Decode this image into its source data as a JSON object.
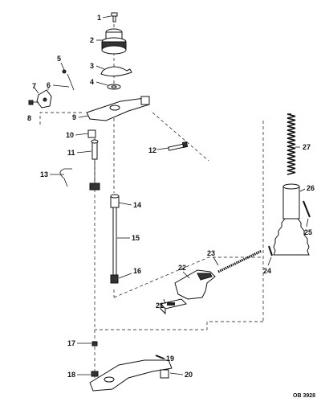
{
  "diagram": {
    "doc_code": "OB 3928",
    "callouts": [
      {
        "id": "c1",
        "label": "1"
      },
      {
        "id": "c2",
        "label": "2"
      },
      {
        "id": "c3",
        "label": "3"
      },
      {
        "id": "c4",
        "label": "4"
      },
      {
        "id": "c5",
        "label": "5"
      },
      {
        "id": "c6",
        "label": "6"
      },
      {
        "id": "c7",
        "label": "7"
      },
      {
        "id": "c8",
        "label": "8"
      },
      {
        "id": "c9",
        "label": "9"
      },
      {
        "id": "c10",
        "label": "10"
      },
      {
        "id": "c11",
        "label": "11"
      },
      {
        "id": "c12",
        "label": "12"
      },
      {
        "id": "c13",
        "label": "13"
      },
      {
        "id": "c14",
        "label": "14"
      },
      {
        "id": "c15",
        "label": "15"
      },
      {
        "id": "c16",
        "label": "16"
      },
      {
        "id": "c17",
        "label": "17"
      },
      {
        "id": "c18",
        "label": "18"
      },
      {
        "id": "c19",
        "label": "19"
      },
      {
        "id": "c20",
        "label": "20"
      },
      {
        "id": "c21",
        "label": "21"
      },
      {
        "id": "c22",
        "label": "22"
      },
      {
        "id": "c23",
        "label": "23"
      },
      {
        "id": "c24",
        "label": "24"
      },
      {
        "id": "c25",
        "label": "25"
      },
      {
        "id": "c26",
        "label": "26"
      },
      {
        "id": "c27",
        "label": "27"
      }
    ]
  }
}
